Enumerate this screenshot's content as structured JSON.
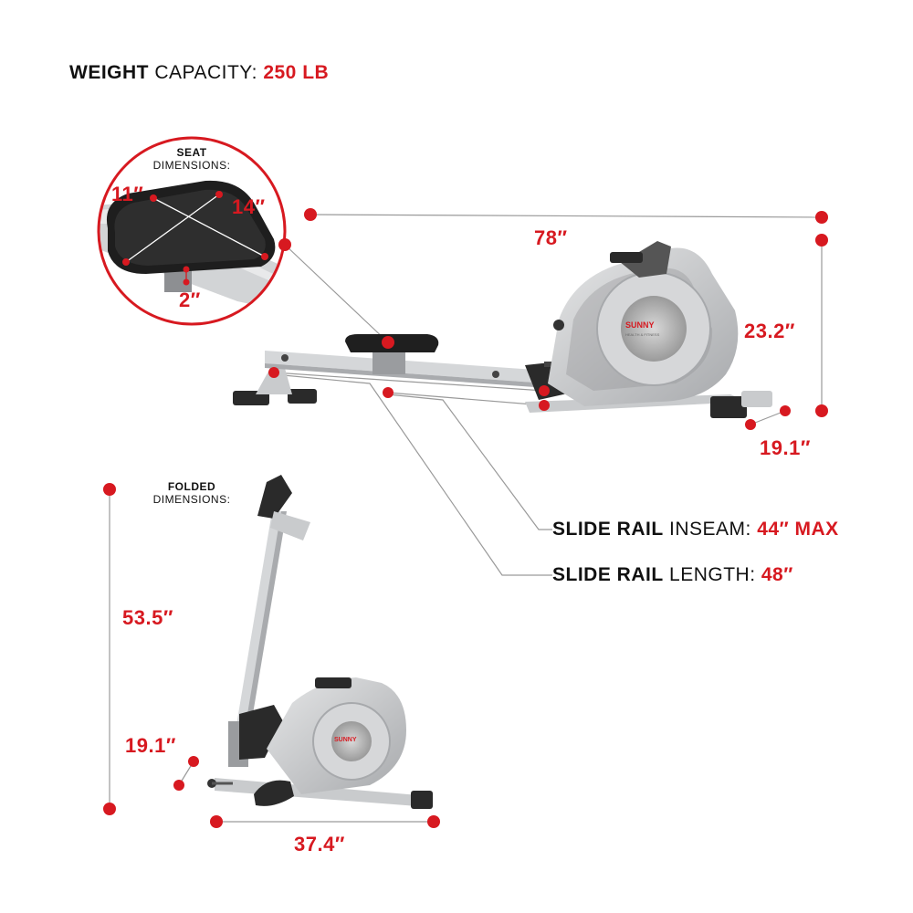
{
  "colors": {
    "accent": "#d71920",
    "line": "#9a9a9a",
    "frame": "#c9cbcd",
    "dark": "#2a2a2a"
  },
  "weight": {
    "label_bold": "WEIGHT",
    "label_rest": "CAPACITY:",
    "value": "250 LB"
  },
  "seat": {
    "title": "SEAT",
    "subtitle": "DIMENSIONS:",
    "width": "11″",
    "length": "14″",
    "height": "2″"
  },
  "overall": {
    "length": "78″",
    "height": "23.2″",
    "width": "19.1″"
  },
  "slide_rail": {
    "inseam_bold": "SLIDE RAIL",
    "inseam_rest": "INSEAM:",
    "inseam_value": "44″ MAX",
    "length_bold": "SLIDE RAIL",
    "length_rest": "LENGTH:",
    "length_value": "48″"
  },
  "folded": {
    "title": "FOLDED",
    "subtitle": "DIMENSIONS:",
    "height": "53.5″",
    "width": "19.1″",
    "length": "37.4″"
  },
  "brand": {
    "logo_text": "SUNNY",
    "logo_sub": "HEALTH & FITNESS"
  }
}
